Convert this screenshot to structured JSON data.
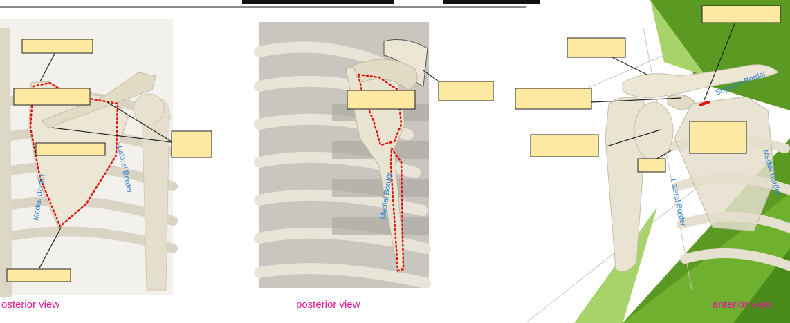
{
  "colors": {
    "blank_fill": "#fde9a2",
    "dotted_outline": "#e01010",
    "caption": "#e0189a",
    "border_label": "#2b7fd0",
    "bone": "#e9e4d2",
    "green_dark": "#5a9a22",
    "green_light": "#a8d26a"
  },
  "panels": {
    "left": {
      "caption": "osterior view",
      "medial_border": "Medial Border",
      "lateral_border": "Lateral Border"
    },
    "middle": {
      "caption": "posterior view",
      "medial_border": "Medial Border"
    },
    "right": {
      "caption": "anterior view",
      "superior_border": "Superior Border",
      "medial_border": "Medial Border",
      "lateral_border": "Lateral Border"
    }
  }
}
